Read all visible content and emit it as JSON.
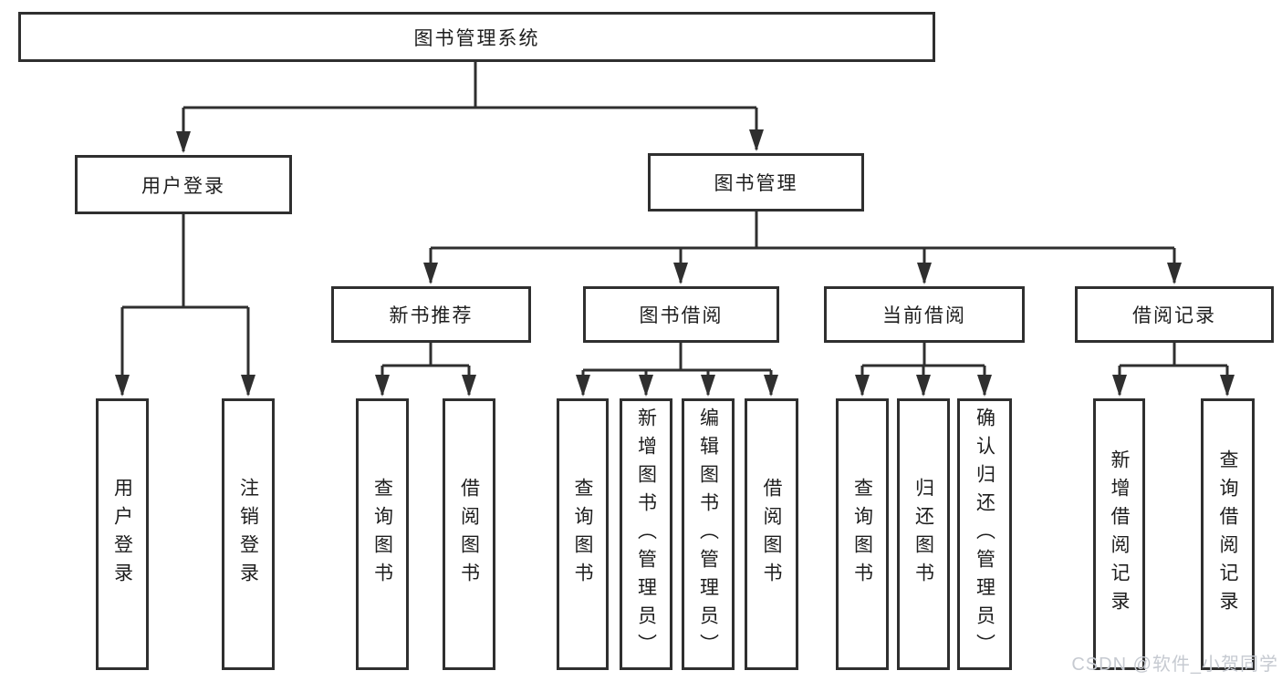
{
  "colors": {
    "line": "#2f2f2f",
    "box_border": "#2f2f2f",
    "box_fill": "#ffffff",
    "text": "#1e1e1e",
    "watermark": "#c6cad1",
    "background": "#ffffff"
  },
  "watermark": {
    "text": "CSDN @软件_小贺同学"
  },
  "tree": {
    "root": {
      "label": "图书管理系统",
      "children": [
        {
          "label": "用户登录",
          "children": [
            {
              "label": "用户登录"
            },
            {
              "label": "注销登录"
            }
          ]
        },
        {
          "label": "图书管理",
          "children": [
            {
              "label": "新书推荐",
              "children": [
                {
                  "label": "查询图书"
                },
                {
                  "label": "借阅图书"
                }
              ]
            },
            {
              "label": "图书借阅",
              "children": [
                {
                  "label": "查询图书"
                },
                {
                  "label": "新增图书（管理员）"
                },
                {
                  "label": "编辑图书（管理员）"
                },
                {
                  "label": "借阅图书"
                }
              ]
            },
            {
              "label": "当前借阅",
              "children": [
                {
                  "label": "查询图书"
                },
                {
                  "label": "归还图书"
                },
                {
                  "label": "确认归还（管理员）"
                }
              ]
            },
            {
              "label": "借阅记录",
              "children": [
                {
                  "label": "新增借阅记录"
                },
                {
                  "label": "查询借阅记录"
                }
              ]
            }
          ]
        }
      ]
    }
  }
}
